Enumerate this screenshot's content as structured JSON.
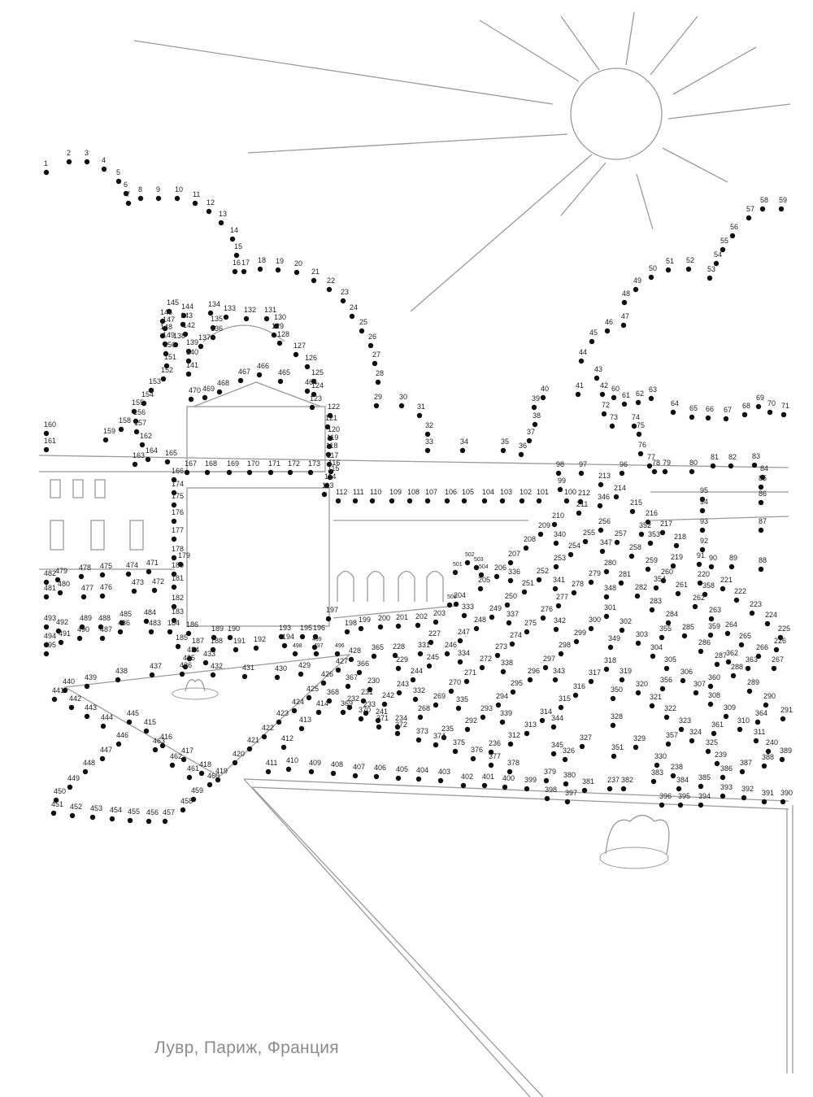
{
  "puzzle": {
    "type": "connect-the-dots",
    "first_dot": 1,
    "last_dot": 504,
    "dot_color": "#111111",
    "line_color": "#9a9a9a"
  },
  "caption": "Лувр, Париж, Франция"
}
